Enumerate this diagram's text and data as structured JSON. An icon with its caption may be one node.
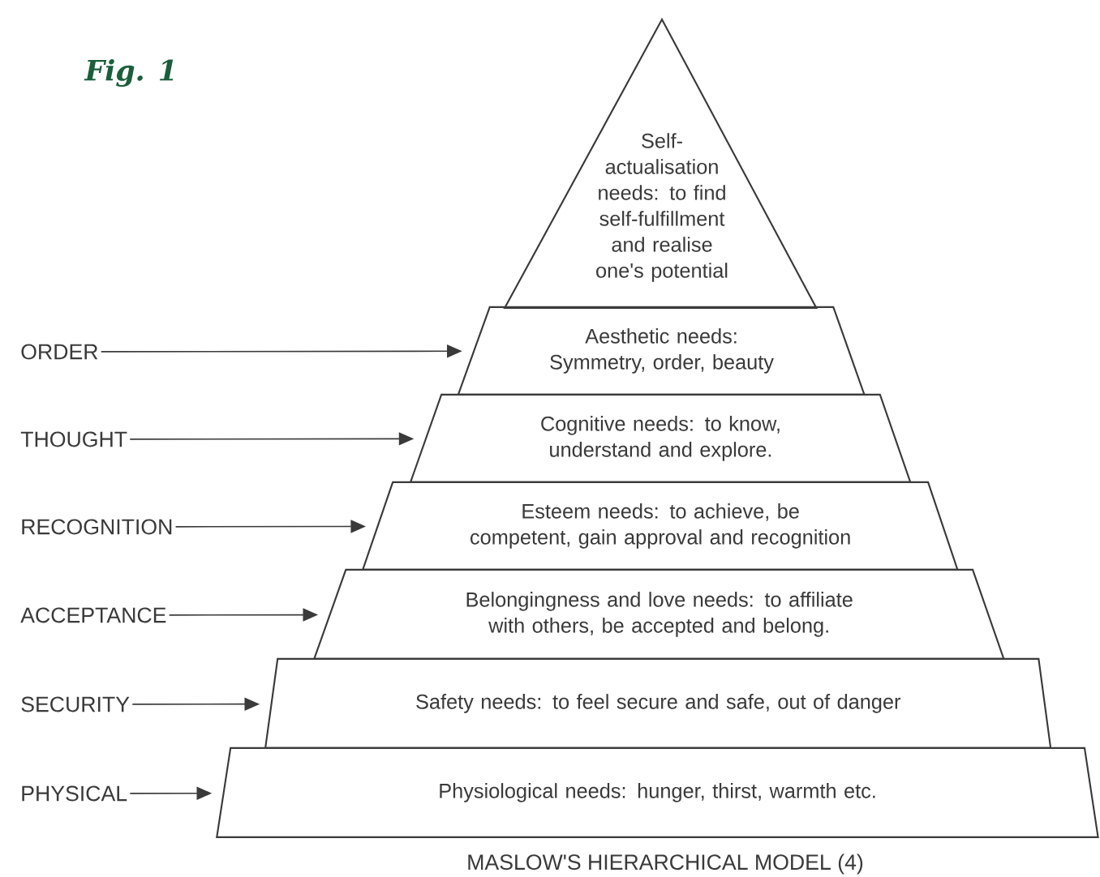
{
  "diagram": {
    "title": "Fig. 1",
    "caption": "MASLOW'S HIERARCHICAL MODEL (4)",
    "nodes": [
      {
        "text": [
          "Self-actualisation needs: to find self-fulfillment and realise one's potential"
        ]
      },
      {
        "text": [
          "Aesthetic needs: Symmetry, order, beauty"
        ]
      },
      {
        "text": [
          "Cognitive needs: to know, understand and explore."
        ]
      },
      {
        "text": [
          "Esteem needs: to achieve, be competent, gain approval and recognition"
        ]
      },
      {
        "text": [
          "Belongingness and love needs: to affiliate with others, be accepted and belong."
        ]
      },
      {
        "text": [
          "Safety needs: to feel secure and safe, out of danger"
        ]
      },
      {
        "text": [
          "Physiological needs: hunger, thirst, warmth etc."
        ]
      },
      {
        "text": [
          "ORDER"
        ]
      },
      {
        "text": [
          "THOUGHT"
        ]
      },
      {
        "text": [
          "RECOGNITION"
        ]
      },
      {
        "text": [
          "ACCEPTANCE"
        ]
      },
      {
        "text": [
          "SECURITY"
        ]
      },
      {
        "text": [
          "PHYSICAL"
        ]
      }
    ],
    "edges": [
      {
        "from": 7,
        "to": 1,
        "arrow": "to"
      },
      {
        "from": 8,
        "to": 2,
        "arrow": "to"
      },
      {
        "from": 9,
        "to": 3,
        "arrow": "to"
      },
      {
        "from": 10,
        "to": 4,
        "arrow": "to"
      },
      {
        "from": 11,
        "to": 5,
        "arrow": "to"
      },
      {
        "from": 12,
        "to": 6,
        "arrow": "to"
      }
    ]
  }
}
